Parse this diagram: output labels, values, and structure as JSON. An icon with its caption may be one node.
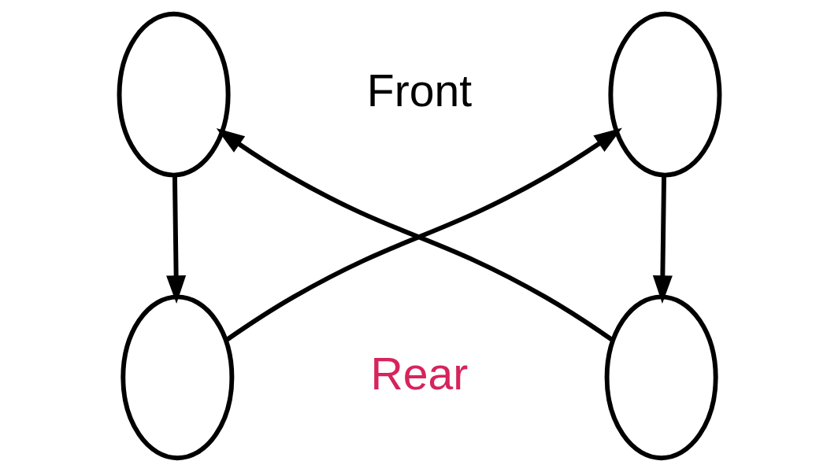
{
  "diagram": {
    "nodes": [
      {
        "text": [],
        "shape": "ellipse"
      },
      {
        "text": [],
        "shape": "ellipse"
      },
      {
        "text": [],
        "shape": "ellipse"
      },
      {
        "text": [],
        "shape": "ellipse"
      }
    ],
    "edges": [
      {
        "from": 0,
        "to": 2,
        "arrow": "to"
      },
      {
        "from": 1,
        "to": 3,
        "arrow": "to"
      },
      {
        "from": 2,
        "to": 1,
        "arrow": "to"
      },
      {
        "from": 3,
        "to": 0,
        "arrow": "to"
      }
    ],
    "labels": [
      "Front",
      "Rear"
    ]
  }
}
